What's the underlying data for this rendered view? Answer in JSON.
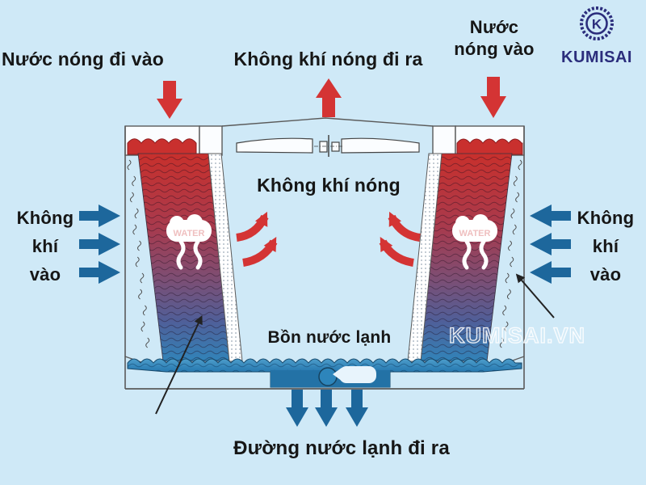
{
  "background": "#cfe9f7",
  "palette": {
    "red": "#d43434",
    "basin_red": "#c9302e",
    "dark_red": "#8c1d20",
    "blue_arrow": "#1d679c",
    "navy": "#2b2d7c",
    "water_blue": "#2d85bb",
    "deep_blue": "#1f6596",
    "black_text": "#161616",
    "outline_gray": "#5a5a5a"
  },
  "labels": {
    "hot_water_in_left": "Nước nóng đi vào",
    "hot_air_out_top": "Không khí nóng đi ra",
    "hot_water_in_right_l1": "Nước",
    "hot_water_in_right_l2": "nóng vào",
    "air_in_l1": "Không",
    "air_in_l2": "khí",
    "air_in_l3": "vào",
    "hot_air_center": "Không khí nóng",
    "cold_basin": "Bồn nước lạnh",
    "cold_water_out": "Đường nước lạnh đi ra",
    "water_fill_text": "WATER"
  },
  "brand": {
    "logo_letter": "K",
    "logo_name": "KUMISAI",
    "watermark": "KUMISAI.VN"
  }
}
